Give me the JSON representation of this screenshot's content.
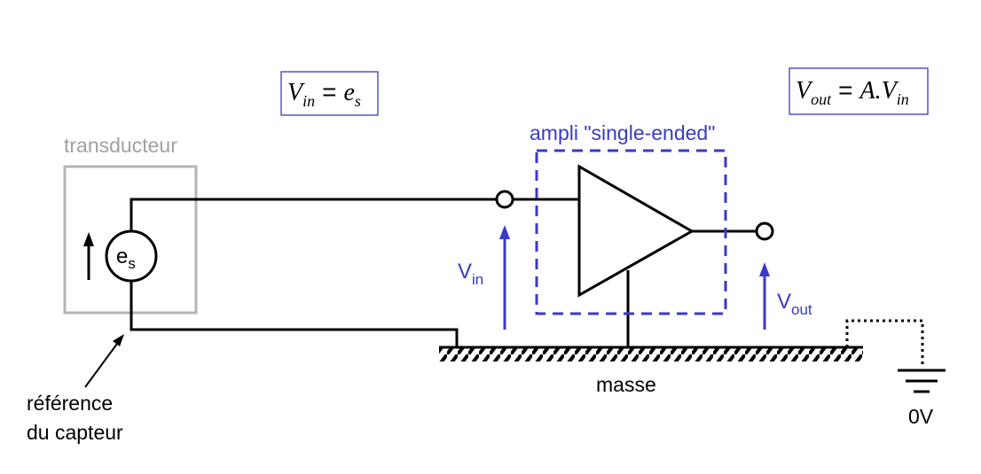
{
  "colors": {
    "wire": "#000000",
    "accent": "#3a3ac8",
    "transducer_box": "#b4b4b4",
    "transducer_label": "#a0a0a0"
  },
  "labels": {
    "transducteur": "transducteur",
    "ampli": "ampli \"single-ended\"",
    "masse": "masse",
    "ref_line1": "référence",
    "ref_line2": "du capteur",
    "zero_v": "0V"
  },
  "source": {
    "symbol": "e",
    "subscript": "s"
  },
  "vin_arrow": {
    "base": "V",
    "subscript": "in"
  },
  "vout_arrow": {
    "base": "V",
    "subscript": "out"
  },
  "formula_in": {
    "lhs": "V",
    "lhs_sub": "in",
    "eq": "=",
    "rhs": "e",
    "rhs_sub": "s"
  },
  "formula_out": {
    "lhs": "V",
    "lhs_sub": "out",
    "eq": "=",
    "rhs": "A.V",
    "rhs_sub": "in"
  }
}
